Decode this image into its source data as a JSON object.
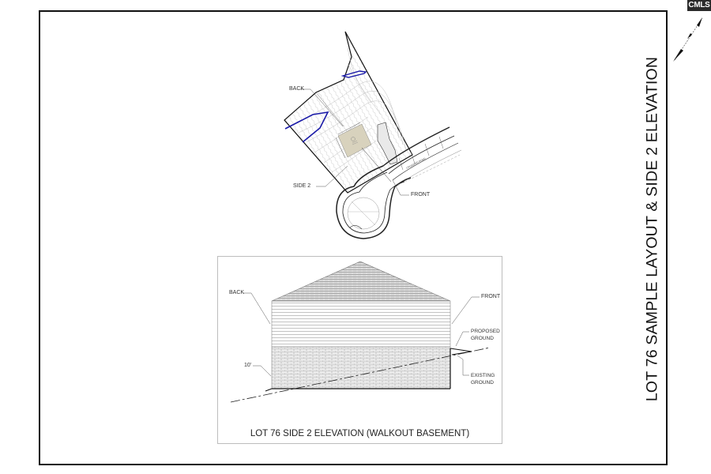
{
  "sheet": {
    "title": "LOT 76 SAMPLE LAYOUT & SIDE 2 ELEVATION",
    "watermark_logo": "CMLS",
    "north_arrow_icon": "north-arrow-icon"
  },
  "site_plan": {
    "labels": {
      "back": "BACK",
      "side2": "SIDE 2",
      "front": "FRONT"
    },
    "colors": {
      "footprint_fill": "#d8d2bd",
      "stream_buffer": "#1a1aa8",
      "lines": "#222222"
    }
  },
  "elevation": {
    "caption": "LOT 76 SIDE 2 ELEVATION (WALKOUT BASEMENT)",
    "labels": {
      "back": "BACK",
      "front": "FRONT",
      "proposed_ground_line1": "PROPOSED",
      "proposed_ground_line2": "GROUND",
      "existing_ground_line1": "EXISTING",
      "existing_ground_line2": "GROUND",
      "height_dim": "10'"
    }
  }
}
